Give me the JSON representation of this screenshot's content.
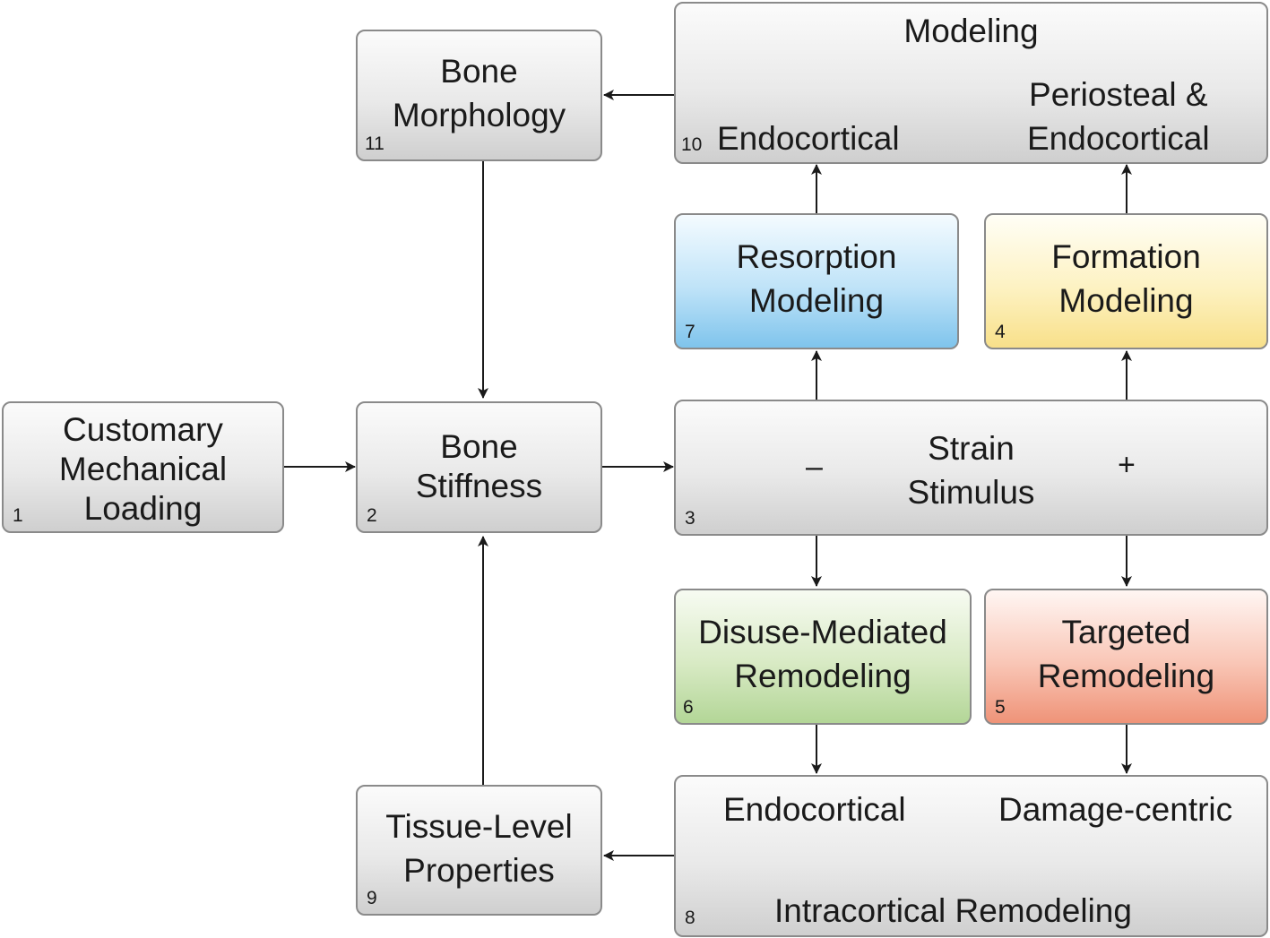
{
  "boxes": {
    "loading": {
      "number": "1",
      "lines": [
        "Customary",
        "Mechanical",
        "Loading"
      ]
    },
    "stiffness": {
      "number": "2",
      "lines": [
        "Bone",
        "Stiffness"
      ]
    },
    "strain": {
      "number": "3",
      "lines": [
        "Strain",
        "Stimulus"
      ],
      "minus": "–",
      "plus": "+"
    },
    "formation": {
      "number": "4",
      "lines": [
        "Formation",
        "Modeling"
      ],
      "color": "#f8e08a"
    },
    "targeted": {
      "number": "5",
      "lines": [
        "Targeted",
        "Remodeling"
      ],
      "color": "#ef9378"
    },
    "disuse": {
      "number": "6",
      "lines": [
        "Disuse-Mediated",
        "Remodeling"
      ],
      "color": "#b3d697"
    },
    "resorption": {
      "number": "7",
      "lines": [
        "Resorption",
        "Modeling"
      ],
      "color": "#7fc4ec"
    },
    "remodeling": {
      "number": "8",
      "left": "Endocortical",
      "right": "Damage-centric",
      "bottom": "Intracortical Remodeling"
    },
    "tissue": {
      "number": "9",
      "lines": [
        "Tissue-Level",
        "Properties"
      ]
    },
    "modeling": {
      "number": "10",
      "title": "Modeling",
      "left": "Endocortical",
      "right_lines": [
        "Periosteal &",
        "Endocortical"
      ]
    },
    "morphology": {
      "number": "11",
      "lines": [
        "Bone",
        "Morphology"
      ]
    }
  }
}
